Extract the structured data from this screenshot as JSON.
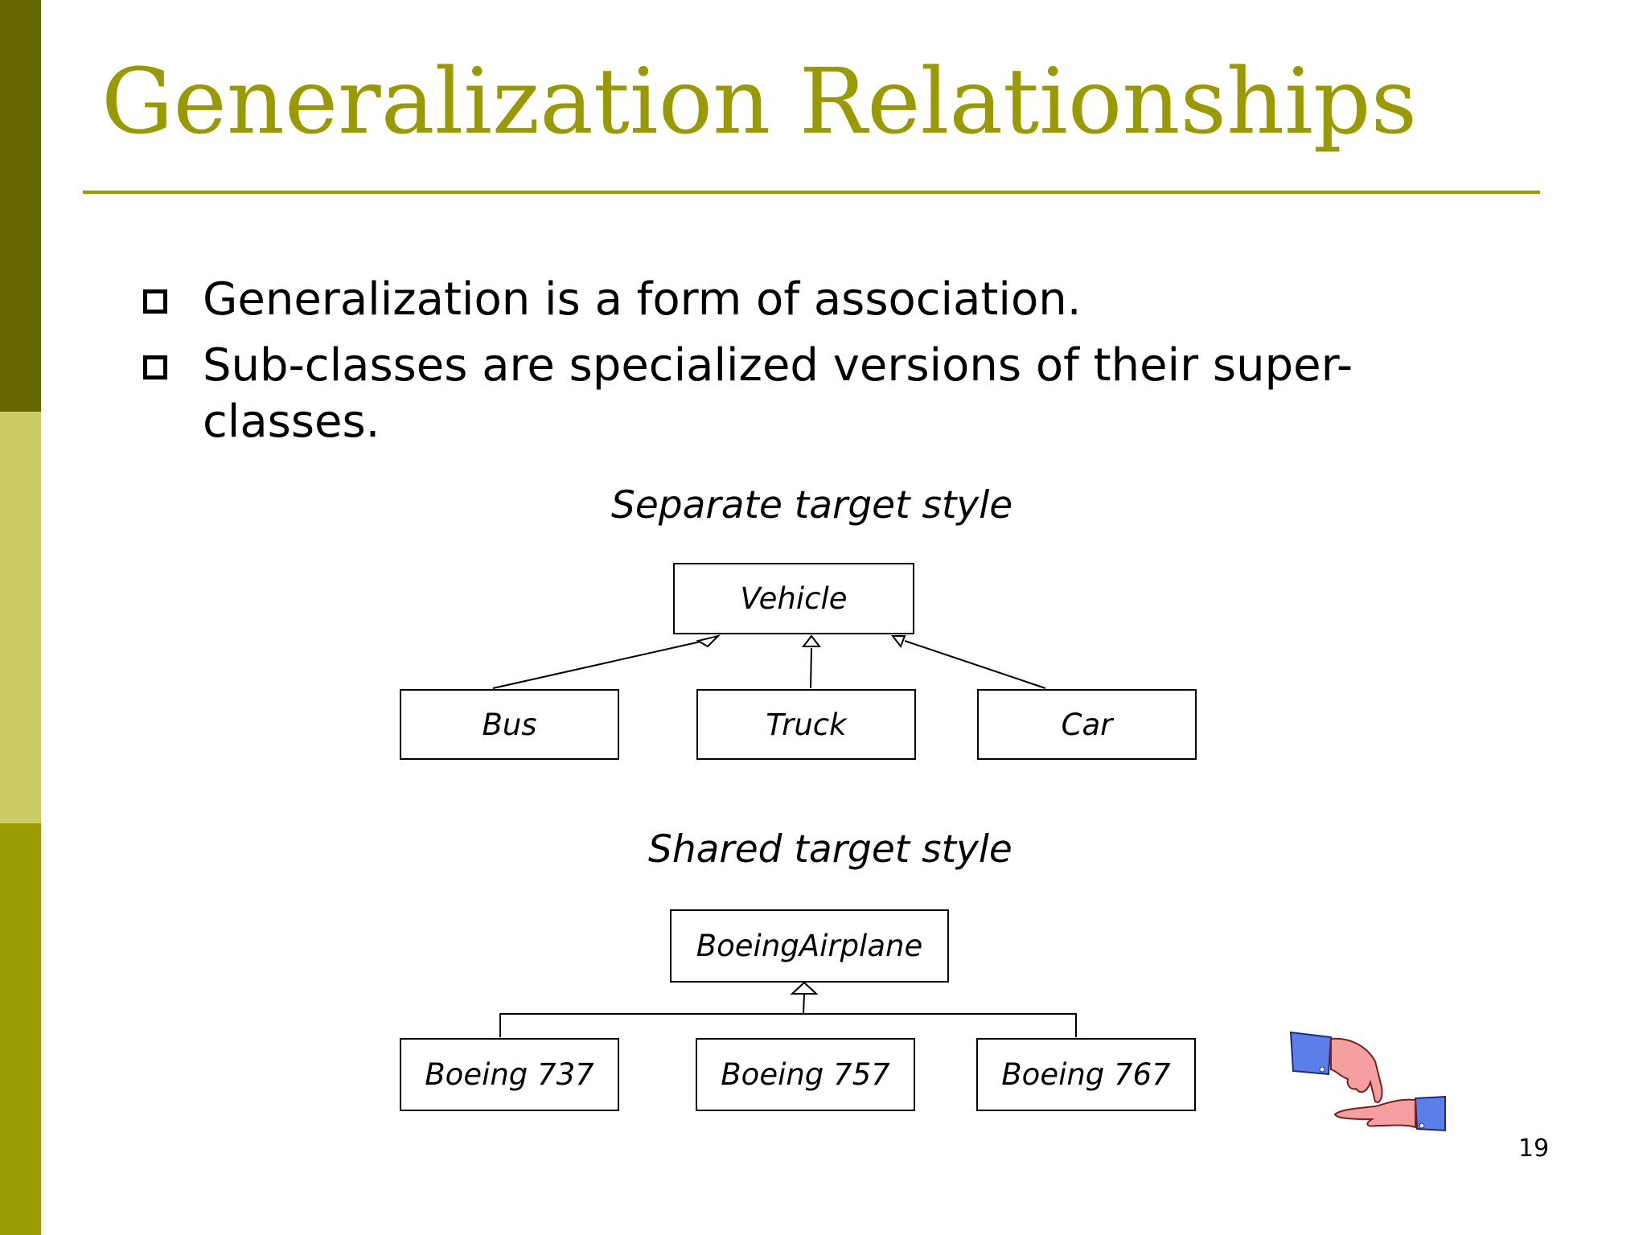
{
  "slide": {
    "title": "Generalization Relationships",
    "page_number": "19"
  },
  "bullets": [
    "Generalization is a form of association.",
    "Sub-classes are specialized versions of their super-classes."
  ],
  "diagram_separate": {
    "heading": "Separate target style",
    "superclass": "Vehicle",
    "subclasses": [
      "Bus",
      "Truck",
      "Car"
    ]
  },
  "diagram_shared": {
    "heading": "Shared target style",
    "superclass": "BoeingAirplane",
    "subclasses": [
      "Boeing 737",
      "Boeing 757",
      "Boeing 767"
    ]
  },
  "colors": {
    "accent": "#999900",
    "stripe_dark": "#666600",
    "stripe_light": "#cccc66"
  },
  "icons": {
    "bullet": "hollow-square-bullet-icon",
    "clipart": "pointing-hands-icon"
  }
}
